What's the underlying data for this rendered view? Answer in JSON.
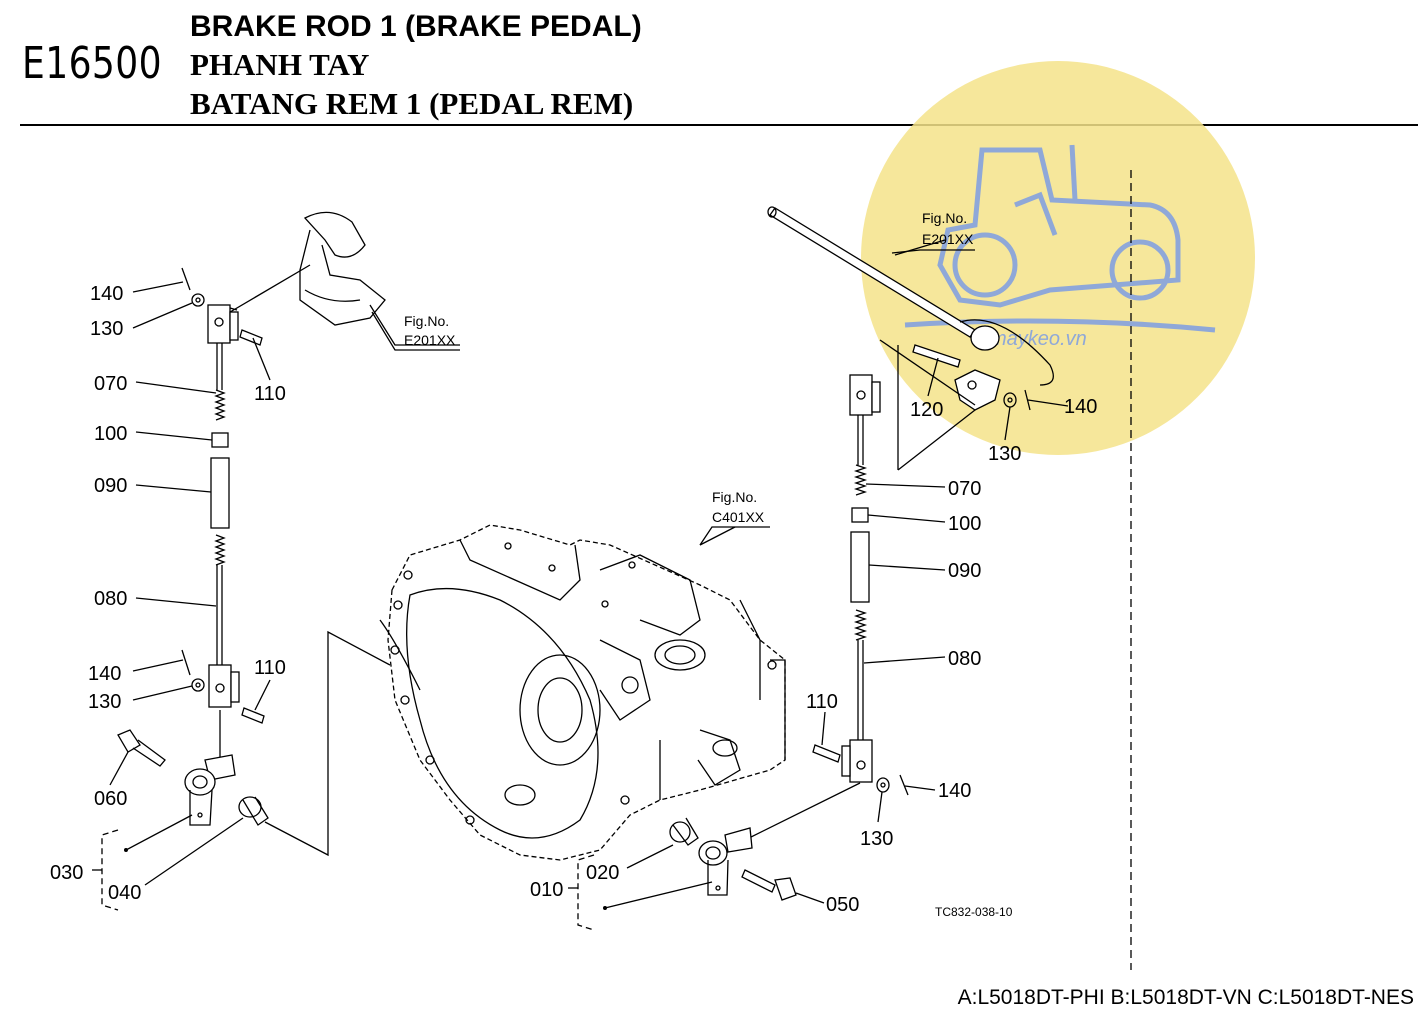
{
  "header": {
    "code": "E16500",
    "title_en": "BRAKE ROD 1 (BRAKE PEDAL)",
    "title_vi": "PHANH TAY",
    "title_id": "BATANG REM 1 (PEDAL REM)"
  },
  "refs": {
    "fig_label": "Fig.No.",
    "pedal_ref": "E201XX",
    "case_ref": "C401XX"
  },
  "watermark": {
    "text": "maykeo.vn",
    "color": "#f5e38a"
  },
  "left_callouts": {
    "c140a": "140",
    "c130a": "130",
    "c110a": "110",
    "c070": "070",
    "c100": "100",
    "c090": "090",
    "c080": "080",
    "c140b": "140",
    "c130b": "130",
    "c110b": "110",
    "c060": "060",
    "c030": "030",
    "c040": "040"
  },
  "right_callouts": {
    "c120": "120",
    "c140a": "140",
    "c130a": "130",
    "c070": "070",
    "c100": "100",
    "c090": "090",
    "c080": "080",
    "c110": "110",
    "c140b": "140",
    "c130b": "130",
    "c020": "020",
    "c010": "010",
    "c050": "050"
  },
  "drawing_id": "TC832-038-10",
  "models": "A:L5018DT-PHI B:L5018DT-VN C:L5018DT-NES"
}
